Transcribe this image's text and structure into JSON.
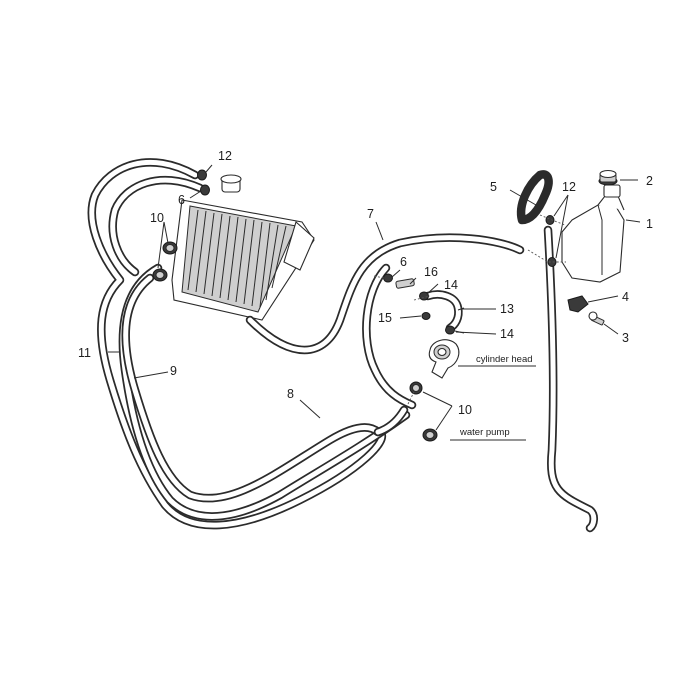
{
  "callouts": {
    "c1": "1",
    "c2": "2",
    "c3": "3",
    "c4": "4",
    "c5": "5",
    "c6a": "6",
    "c6b": "6",
    "c7": "7",
    "c8": "8",
    "c9": "9",
    "c10a": "10",
    "c10b": "10",
    "c11": "11",
    "c12a": "12",
    "c12b": "12",
    "c13": "13",
    "c14a": "14",
    "c14b": "14",
    "c15": "15",
    "c16": "16"
  },
  "labels": {
    "cylinder_head": "cylinder head",
    "water_pump": "water pump"
  }
}
